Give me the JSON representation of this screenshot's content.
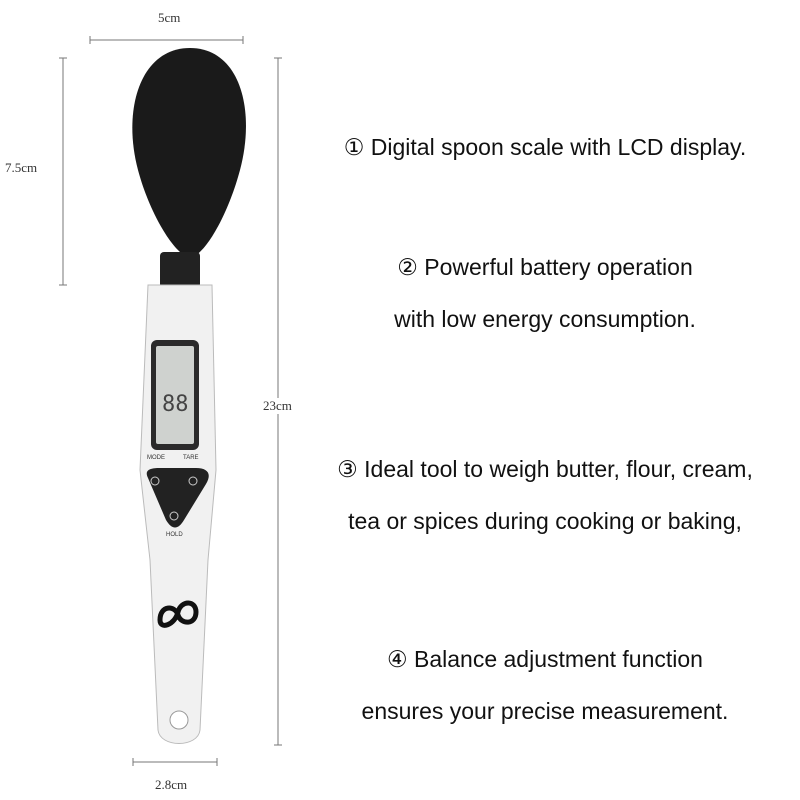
{
  "dimensions": {
    "width": "5cm",
    "bowl_length": "7.5cm",
    "total_length": "23cm",
    "handle_width": "2.8cm"
  },
  "device": {
    "lcd_reading": "88",
    "button_mode": "MODE",
    "button_tare": "TARE",
    "button_hold": "HOLD",
    "logo": "infinity-logo"
  },
  "features": [
    {
      "lines": [
        "① Digital spoon scale with LCD display."
      ]
    },
    {
      "lines": [
        "② Powerful battery operation",
        "with low energy consumption."
      ]
    },
    {
      "lines": [
        "③ Ideal tool to weigh butter, flour, cream,",
        "tea or spices during cooking or baking,"
      ]
    },
    {
      "lines": [
        "④ Balance adjustment function",
        "ensures your precise measurement."
      ]
    }
  ]
}
